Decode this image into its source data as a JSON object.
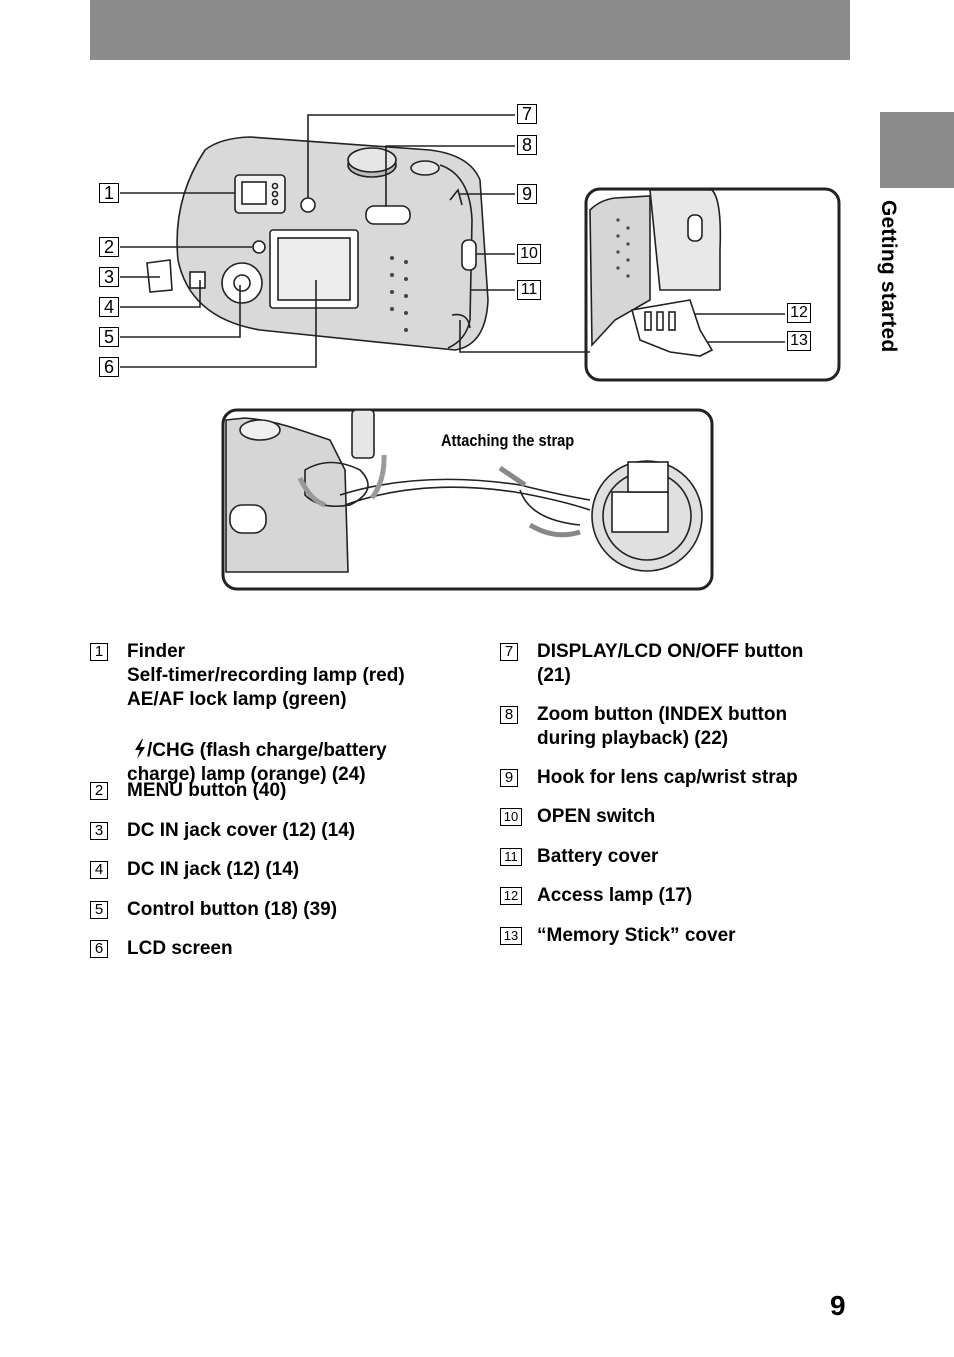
{
  "side_tab": {
    "label": "Getting started"
  },
  "figure": {
    "strap_caption": "Attaching the strap",
    "callouts": [
      "1",
      "2",
      "3",
      "4",
      "5",
      "6",
      "7",
      "8",
      "9",
      "10",
      "11",
      "12",
      "13"
    ]
  },
  "legend": {
    "left": [
      {
        "num": "1",
        "text": "Finder\nSelf-timer/recording lamp (red)\nAE/AF lock lamp (green)",
        "extra_prefix_icon": "flash-icon",
        "extra": "/CHG (flash charge/battery\ncharge) lamp (orange)  (24)"
      },
      {
        "num": "2",
        "text": "MENU button (40)"
      },
      {
        "num": "3",
        "text": "DC IN jack cover (12) (14)"
      },
      {
        "num": "4",
        "text": "DC IN jack (12) (14)"
      },
      {
        "num": "5",
        "text": "Control button (18) (39)"
      },
      {
        "num": "6",
        "text": "LCD screen"
      }
    ],
    "right": [
      {
        "num": "7",
        "text": "DISPLAY/LCD ON/OFF button\n(21)"
      },
      {
        "num": "8",
        "text": "Zoom button (INDEX button\nduring playback) (22)"
      },
      {
        "num": "9",
        "text": "Hook for lens cap/wrist strap"
      },
      {
        "num": "10",
        "text": "OPEN switch"
      },
      {
        "num": "11",
        "text": "Battery cover"
      },
      {
        "num": "12",
        "text": "Access lamp (17)"
      },
      {
        "num": "13",
        "text": "“Memory Stick” cover"
      }
    ]
  },
  "page_number": "9"
}
